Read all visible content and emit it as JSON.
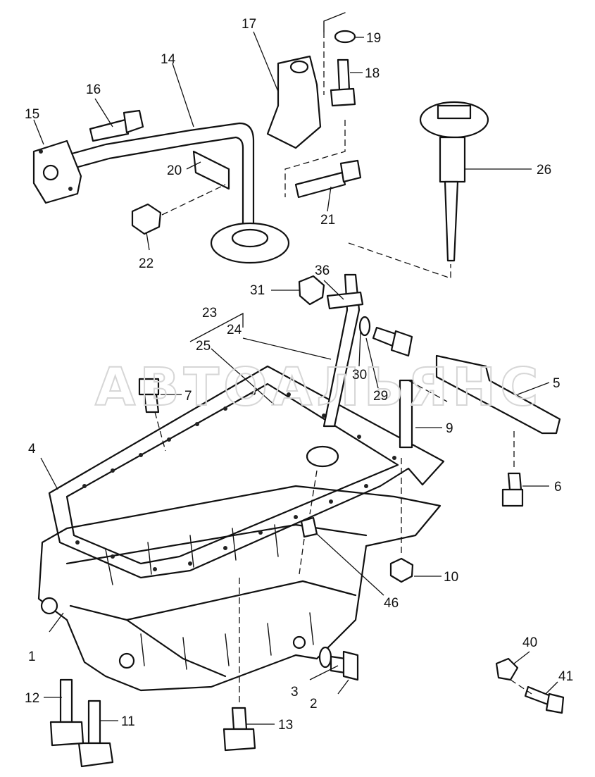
{
  "diagram": {
    "watermark": "АВТОАЛЬЯНС",
    "callouts": [
      "1",
      "2",
      "3",
      "4",
      "5",
      "6",
      "7",
      "9",
      "10",
      "11",
      "12",
      "13",
      "14",
      "15",
      "16",
      "17",
      "18",
      "19",
      "20",
      "21",
      "22",
      "23",
      "24",
      "25",
      "26",
      "29",
      "30",
      "31",
      "36",
      "40",
      "41",
      "46"
    ]
  },
  "colors": {
    "ink": "#111111",
    "background": "#ffffff",
    "watermark": "#d6d6d6"
  }
}
